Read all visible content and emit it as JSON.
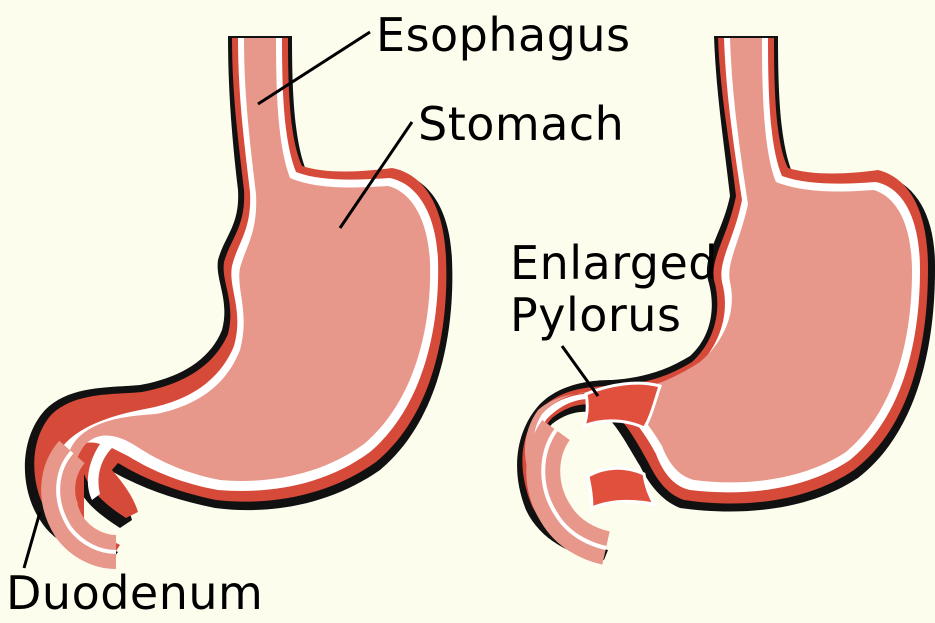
{
  "labels": {
    "esophagus": "Esophagus",
    "stomach": "Stomach",
    "enlarged_line1": "Enlarged",
    "enlarged_line2": "Pylorus",
    "duodenum": "Duodenum"
  },
  "colors": {
    "background": "#fdfdee",
    "tissue": "#e8988a",
    "wall": "#d64a3a",
    "outline": "#111111",
    "highlight": "#ffffff",
    "enlarged_muscle": "#e0503c"
  },
  "panels": [
    "normal-stomach",
    "stomach-with-enlarged-pylorus"
  ]
}
